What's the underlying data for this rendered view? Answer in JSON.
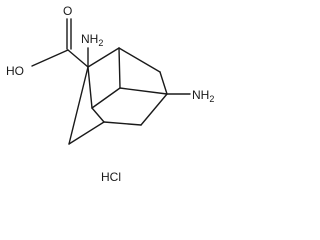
{
  "molecule": {
    "labels": {
      "hydroxyl": "HO",
      "carbonyl_oxygen": "O",
      "amine_top": "NH",
      "amine_top_sub": "2",
      "amine_right": "NH",
      "amine_right_sub": "2",
      "salt": "HCl"
    }
  }
}
